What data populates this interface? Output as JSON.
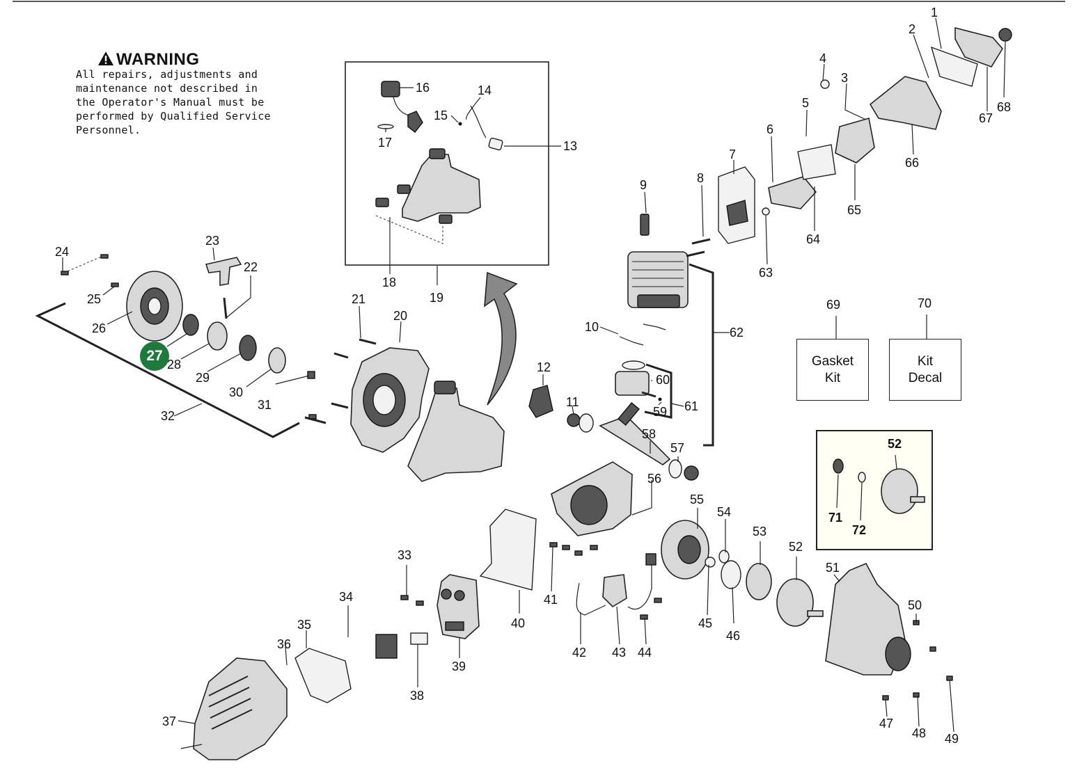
{
  "warning": {
    "title": "WARNING",
    "body": "All repairs, adjustments and maintenance not described in the Operator's Manual must be performed by Qualified Service Personnel."
  },
  "kits": {
    "gasket": "Gasket\nKit",
    "decal": "Kit\nDecal"
  },
  "highlight_part": "27",
  "parts": [
    "1",
    "2",
    "3",
    "4",
    "5",
    "6",
    "7",
    "8",
    "9",
    "10",
    "11",
    "12",
    "13",
    "14",
    "15",
    "16",
    "17",
    "18",
    "19",
    "20",
    "21",
    "22",
    "23",
    "24",
    "25",
    "26",
    "27",
    "28",
    "29",
    "30",
    "31",
    "32",
    "33",
    "34",
    "35",
    "36",
    "37",
    "38",
    "39",
    "40",
    "41",
    "42",
    "43",
    "44",
    "45",
    "46",
    "47",
    "48",
    "49",
    "50",
    "51",
    "52",
    "53",
    "54",
    "55",
    "56",
    "57",
    "58",
    "59",
    "60",
    "61",
    "62",
    "63",
    "64",
    "65",
    "66",
    "67",
    "68",
    "69",
    "70",
    "71",
    "72"
  ],
  "inset_parts": [
    "52",
    "71",
    "72"
  ]
}
